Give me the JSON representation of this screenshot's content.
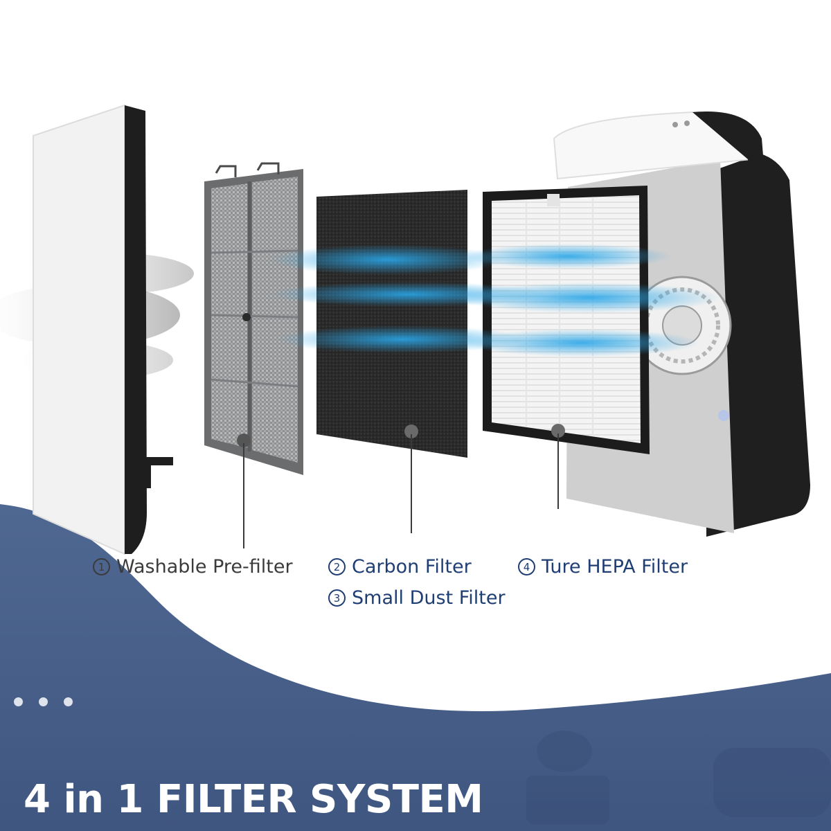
{
  "colors": {
    "navy_band": "#4a628a",
    "label_dark": "#3b3b3b",
    "label_blue": "#1f3e73",
    "headline": "#ffffff"
  },
  "labels": [
    {
      "number": "1",
      "text": "Washable Pre-filter"
    },
    {
      "number": "2",
      "text": "Carbon Filter"
    },
    {
      "number": "3",
      "text": "Small Dust Filter"
    },
    {
      "number": "4",
      "text": "Ture HEPA Filter"
    }
  ],
  "headline": "4 in 1 FILTER SYSTEM",
  "carousel_dots": 3
}
